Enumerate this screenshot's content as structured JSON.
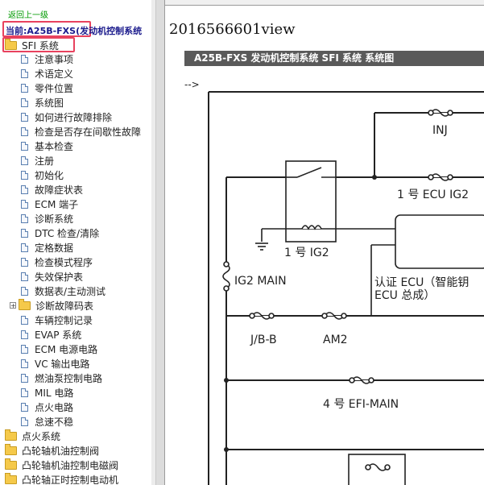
{
  "sidebar": {
    "back_link": "返回上一级",
    "current": "当前:A25B-FXS(发动机控制系统",
    "selected": "SFI 系统",
    "items": [
      {
        "label": "注意事项",
        "kind": "doc"
      },
      {
        "label": "术语定义",
        "kind": "doc"
      },
      {
        "label": "零件位置",
        "kind": "doc"
      },
      {
        "label": "系统图",
        "kind": "doc"
      },
      {
        "label": "如何进行故障排除",
        "kind": "doc"
      },
      {
        "label": "检查是否存在间歇性故障",
        "kind": "doc"
      },
      {
        "label": "基本检查",
        "kind": "doc"
      },
      {
        "label": "注册",
        "kind": "doc"
      },
      {
        "label": "初始化",
        "kind": "doc"
      },
      {
        "label": "故障症状表",
        "kind": "doc"
      },
      {
        "label": "ECM 端子",
        "kind": "doc"
      },
      {
        "label": "诊断系统",
        "kind": "doc"
      },
      {
        "label": "DTC 检查/清除",
        "kind": "doc"
      },
      {
        "label": "定格数据",
        "kind": "doc"
      },
      {
        "label": "检查模式程序",
        "kind": "doc"
      },
      {
        "label": "失效保护表",
        "kind": "doc"
      },
      {
        "label": "数据表/主动测试",
        "kind": "doc"
      },
      {
        "label": "诊断故障码表",
        "kind": "folder-plus"
      },
      {
        "label": "车辆控制记录",
        "kind": "doc"
      },
      {
        "label": "EVAP 系统",
        "kind": "doc"
      },
      {
        "label": "ECM 电源电路",
        "kind": "doc"
      },
      {
        "label": "VC 输出电路",
        "kind": "doc"
      },
      {
        "label": "燃油泵控制电路",
        "kind": "doc"
      },
      {
        "label": "MIL 电路",
        "kind": "doc"
      },
      {
        "label": "点火电路",
        "kind": "doc"
      },
      {
        "label": "怠速不稳",
        "kind": "doc"
      },
      {
        "label": "点火系统",
        "kind": "folder"
      },
      {
        "label": "凸轮轴机油控制阀",
        "kind": "folder"
      },
      {
        "label": "凸轮轴机油控制电磁阀",
        "kind": "folder"
      },
      {
        "label": "凸轮轴正时控制电动机",
        "kind": "folder"
      }
    ]
  },
  "content": {
    "view_title": "2016566601view",
    "banner": "A25B-FXS 发动机控制系统  SFI 系统  系统图",
    "comment_arrow": "-->"
  },
  "diagram": {
    "inj": "INJ",
    "ecu_ig2": "1 号 ECU IG2",
    "ig2_relay": "1 号 IG2",
    "ig2_main": "IG2 MAIN",
    "cert_ecu_line1": "认证 ECU（智能钥",
    "cert_ecu_line2": "ECU 总成）",
    "jb": "J/B-B",
    "am2": "AM2",
    "efi_main": "4 号 EFI-MAIN"
  }
}
